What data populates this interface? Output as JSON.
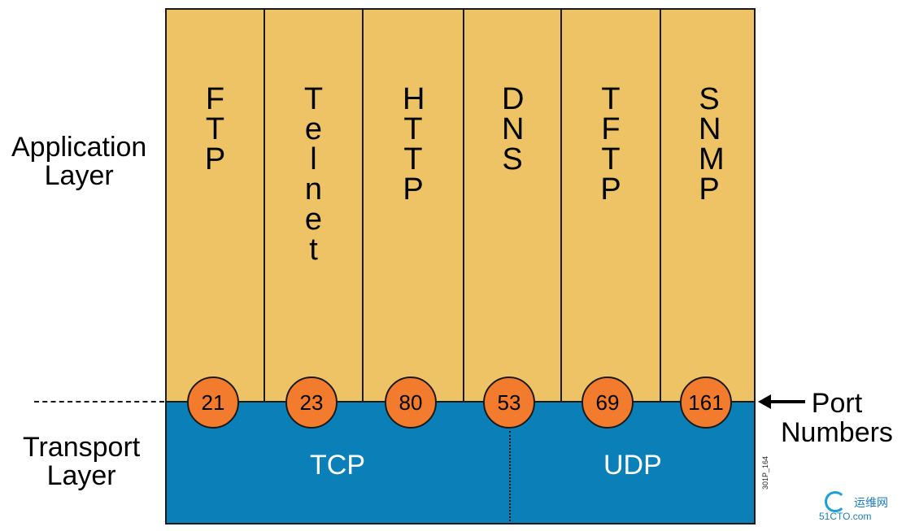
{
  "labels": {
    "application_layer": "Application\nLayer",
    "transport_layer": "Transport\nLayer",
    "port_numbers": "Port\nNumbers"
  },
  "protocols": [
    {
      "name": "FTP",
      "port": "21"
    },
    {
      "name": "Telnet",
      "port": "23"
    },
    {
      "name": "HTTP",
      "port": "80"
    },
    {
      "name": "DNS",
      "port": "53"
    },
    {
      "name": "TFTP",
      "port": "69"
    },
    {
      "name": "SNMP",
      "port": "161"
    }
  ],
  "transport": {
    "tcp": "TCP",
    "udp": "UDP"
  },
  "figure_code": "301P_164",
  "watermark": {
    "cn": "运维网",
    "sub": "51CTO.com"
  },
  "colors": {
    "application": "#eec366",
    "transport": "#0a7fb8",
    "port": "#f27b2d"
  }
}
